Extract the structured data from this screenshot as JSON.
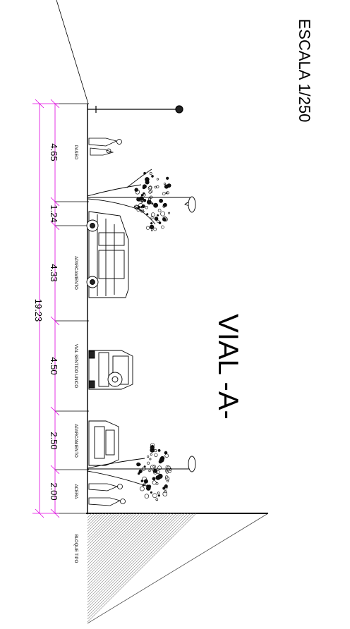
{
  "title": "VIAL -A-",
  "scale": "ESCALA 1/250",
  "total_width": "19.23",
  "segments": [
    {
      "label": "PASEO",
      "width": "4.65"
    },
    {
      "label": "",
      "width": "1.24"
    },
    {
      "label": "APARCAMIENTO",
      "width": "4.33"
    },
    {
      "label": "VIAL SENTIDO UNICO",
      "width": "4.50"
    },
    {
      "label": "APARCAMIENTO",
      "width": "2.50"
    },
    {
      "label": "ACERA",
      "width": "2.00"
    },
    {
      "label": "BLOQUE TIPO",
      "width": ""
    }
  ],
  "colors": {
    "line": "#000000",
    "dimension": "#e000e0",
    "hatch": "#7a7a7a"
  }
}
